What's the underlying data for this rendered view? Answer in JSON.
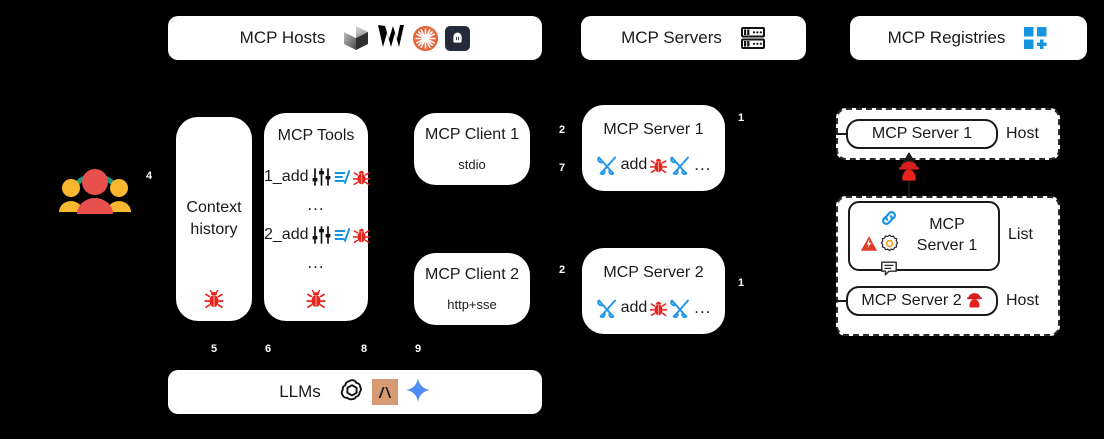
{
  "headers": {
    "hosts": {
      "label": "MCP Hosts",
      "icons": [
        "blender-cube-icon",
        "windsurf-w-icon",
        "cursor-burst-icon",
        "robot-app-icon"
      ]
    },
    "servers": {
      "label": "MCP Servers",
      "icons": [
        "server-rack-icon"
      ]
    },
    "registries": {
      "label": "MCP Registries",
      "icons": [
        "grid-plus-icon"
      ]
    }
  },
  "user": {
    "icon": "users-group-icon",
    "step": "4"
  },
  "host_panel": {
    "context_history": {
      "line1": "Context",
      "line2": "history",
      "bug": "bug-icon",
      "step": "5"
    },
    "mcp_tools": {
      "title": "MCP Tools",
      "rows": [
        {
          "label": "1_add",
          "slider": "sliders-icon",
          "script": "script-icon",
          "bug": "bug-icon"
        },
        {
          "label": "...",
          "ellipsis": true
        },
        {
          "label": "2_add",
          "slider": "sliders-icon",
          "script": "script-icon",
          "bug": "bug-icon"
        },
        {
          "label": "...",
          "ellipsis": true
        }
      ],
      "bug": "bug-icon",
      "step": "6"
    },
    "clients": [
      {
        "title": "MCP Client 1",
        "transport": "stdio",
        "steps_right": [
          "2",
          "7"
        ],
        "step_below": "8"
      },
      {
        "title": "MCP Client 2",
        "transport": "http+sse",
        "steps_right": [
          "2"
        ],
        "step_below": "9"
      }
    ]
  },
  "servers": [
    {
      "title": "MCP Server 1",
      "tool_icon": "tools-icon",
      "tool_label": "add",
      "bug": "bug-icon",
      "tool_icon2": "tools-icon",
      "ellipsis": "...",
      "step_right": "1"
    },
    {
      "title": "MCP Server 2",
      "tool_icon": "tools-icon",
      "tool_label": "add",
      "bug": "bug-icon",
      "tool_icon2": "tools-icon",
      "ellipsis": "...",
      "step_right": "1"
    }
  ],
  "registry": {
    "host_top": {
      "title": "MCP Server 1",
      "side_label": "Host"
    },
    "attacker": {
      "icon": "hacker-icon"
    },
    "list": {
      "side_label": "List",
      "entry": {
        "line1": "MCP",
        "line2": "Server 1",
        "icons": [
          "link-icon",
          "warning-triangle-icon",
          "gear-icon",
          "comment-icon"
        ]
      },
      "host_bottom": {
        "title": "MCP Server 2",
        "icon": "hacker-icon",
        "side_label": "Host"
      }
    }
  },
  "llms": {
    "label": "LLMs",
    "icons": [
      "openai-icon",
      "anthropic-icon",
      "gemini-sparkle-icon"
    ]
  },
  "colors": {
    "background": "#000000",
    "panel": "#ffffff",
    "text": "#1a1a1a",
    "bug_red": "#e8231c",
    "tool_blue": "#2196e8",
    "accent_blue": "#1694dd",
    "burst_orange": "#e8653a",
    "anthropic_tan": "#d79b74",
    "gemini_blue": "#4f8df5",
    "user_red": "#e8504e",
    "user_orange": "#f7b731",
    "user_teal": "#169b7e"
  }
}
